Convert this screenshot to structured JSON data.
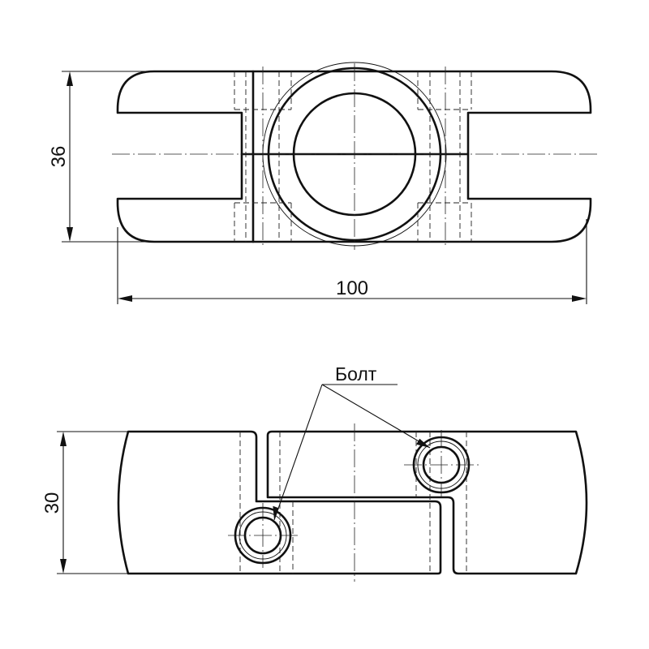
{
  "dimensions": {
    "length": "100",
    "top_height": "36",
    "front_height": "30"
  },
  "callout": {
    "label": "Болт"
  }
}
